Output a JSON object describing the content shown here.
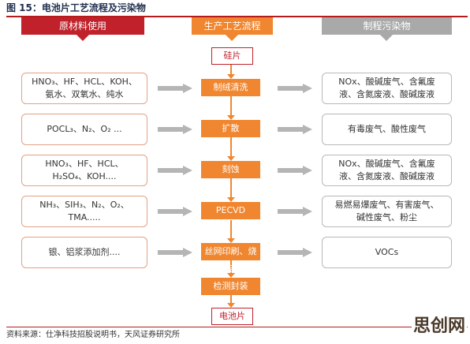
{
  "title": "图 15：电池片工艺流程及污染物",
  "headers": {
    "materials": "原材料使用",
    "process": "生产工艺流程",
    "pollutants": "制程污染物"
  },
  "process": {
    "start": "硅片",
    "end": "电池片",
    "steps": [
      "制绒清洗",
      "扩散",
      "刻蚀",
      "PECVD",
      "丝网印刷、烧结",
      "检测封装"
    ]
  },
  "materials": [
    {
      "line1": "HNO₃、HF、HCL、KOH、",
      "line2": "氨水、双氧水、纯水"
    },
    {
      "line1": "POCL₃、N₂、O₂ ...",
      "line2": ""
    },
    {
      "line1": "HNO₃、HF、HCL、",
      "line2": "H₂SO₄、KOH...."
    },
    {
      "line1": "NH₃、SIH₃、N₂、O₂、",
      "line2": "TMA....."
    },
    {
      "line1": "银、铝浆添加剂....",
      "line2": ""
    }
  ],
  "pollutants": [
    {
      "line1": "NOx、酸碱废气、含氟废",
      "line2": "液、含氮废液、酸碱废液"
    },
    {
      "line1": "有毒废气、酸性废气",
      "line2": ""
    },
    {
      "line1": "NOx、酸碱废气、含氟废",
      "line2": "液、含氮废液、酸碱废液"
    },
    {
      "line1": "易燃易爆废气、有害废气、",
      "line2": "碱性废气、粉尘"
    },
    {
      "line1": "VOCs",
      "line2": ""
    }
  ],
  "source": "资料来源：仕净科技招股说明书，天风证券研究所",
  "watermark": "思创网",
  "colors": {
    "red": "#c0212b",
    "orange": "#f0862f",
    "gray": "#a9a9a9"
  }
}
